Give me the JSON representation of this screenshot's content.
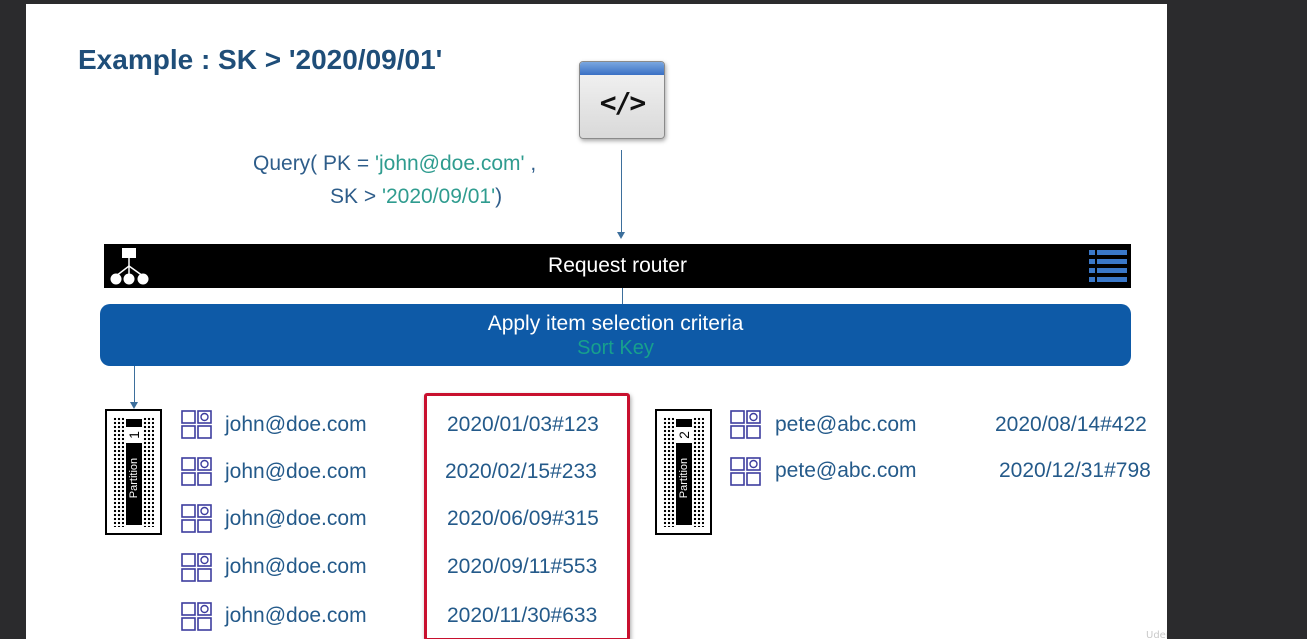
{
  "slide": {
    "title": "Example : SK > '2020/09/01'",
    "code_icon": "code-window-icon",
    "query": {
      "line1_prefix": "Query( PK = ",
      "line1_value": "'john@doe.com'",
      "line1_suffix": " ,",
      "line2_prefix": "SK  > ",
      "line2_value": "'2020/09/01'",
      "line2_suffix": ")"
    },
    "router": {
      "label": "Request router",
      "left_icon": "tree-hierarchy-icon",
      "right_icon": "list-icon"
    },
    "criteria": {
      "label": "Apply item selection criteria",
      "sublabel": "Sort Key"
    },
    "partitions": [
      {
        "number": "1",
        "label": "Partition",
        "items": [
          {
            "pk": "john@doe.com",
            "sk": "2020/01/03#123"
          },
          {
            "pk": "john@doe.com",
            "sk": "2020/02/15#233"
          },
          {
            "pk": "john@doe.com",
            "sk": "2020/06/09#315"
          },
          {
            "pk": "john@doe.com",
            "sk": "2020/09/11#553"
          },
          {
            "pk": "john@doe.com",
            "sk": "2020/11/30#633"
          }
        ]
      },
      {
        "number": "2",
        "label": "Partition",
        "items": [
          {
            "pk": "pete@abc.com",
            "sk": "2020/08/14#422"
          },
          {
            "pk": "pete@abc.com",
            "sk": "2020/12/31#798"
          }
        ]
      }
    ],
    "watermark": "Udemy"
  },
  "colors": {
    "title": "#1f4e79",
    "router_bg": "#000000",
    "criteria_bg": "#0e5aa7",
    "sort_key": "#17a08d",
    "highlight_border": "#c8102e",
    "item_text": "#245a8a",
    "page_bg": "#2b2b2d"
  }
}
